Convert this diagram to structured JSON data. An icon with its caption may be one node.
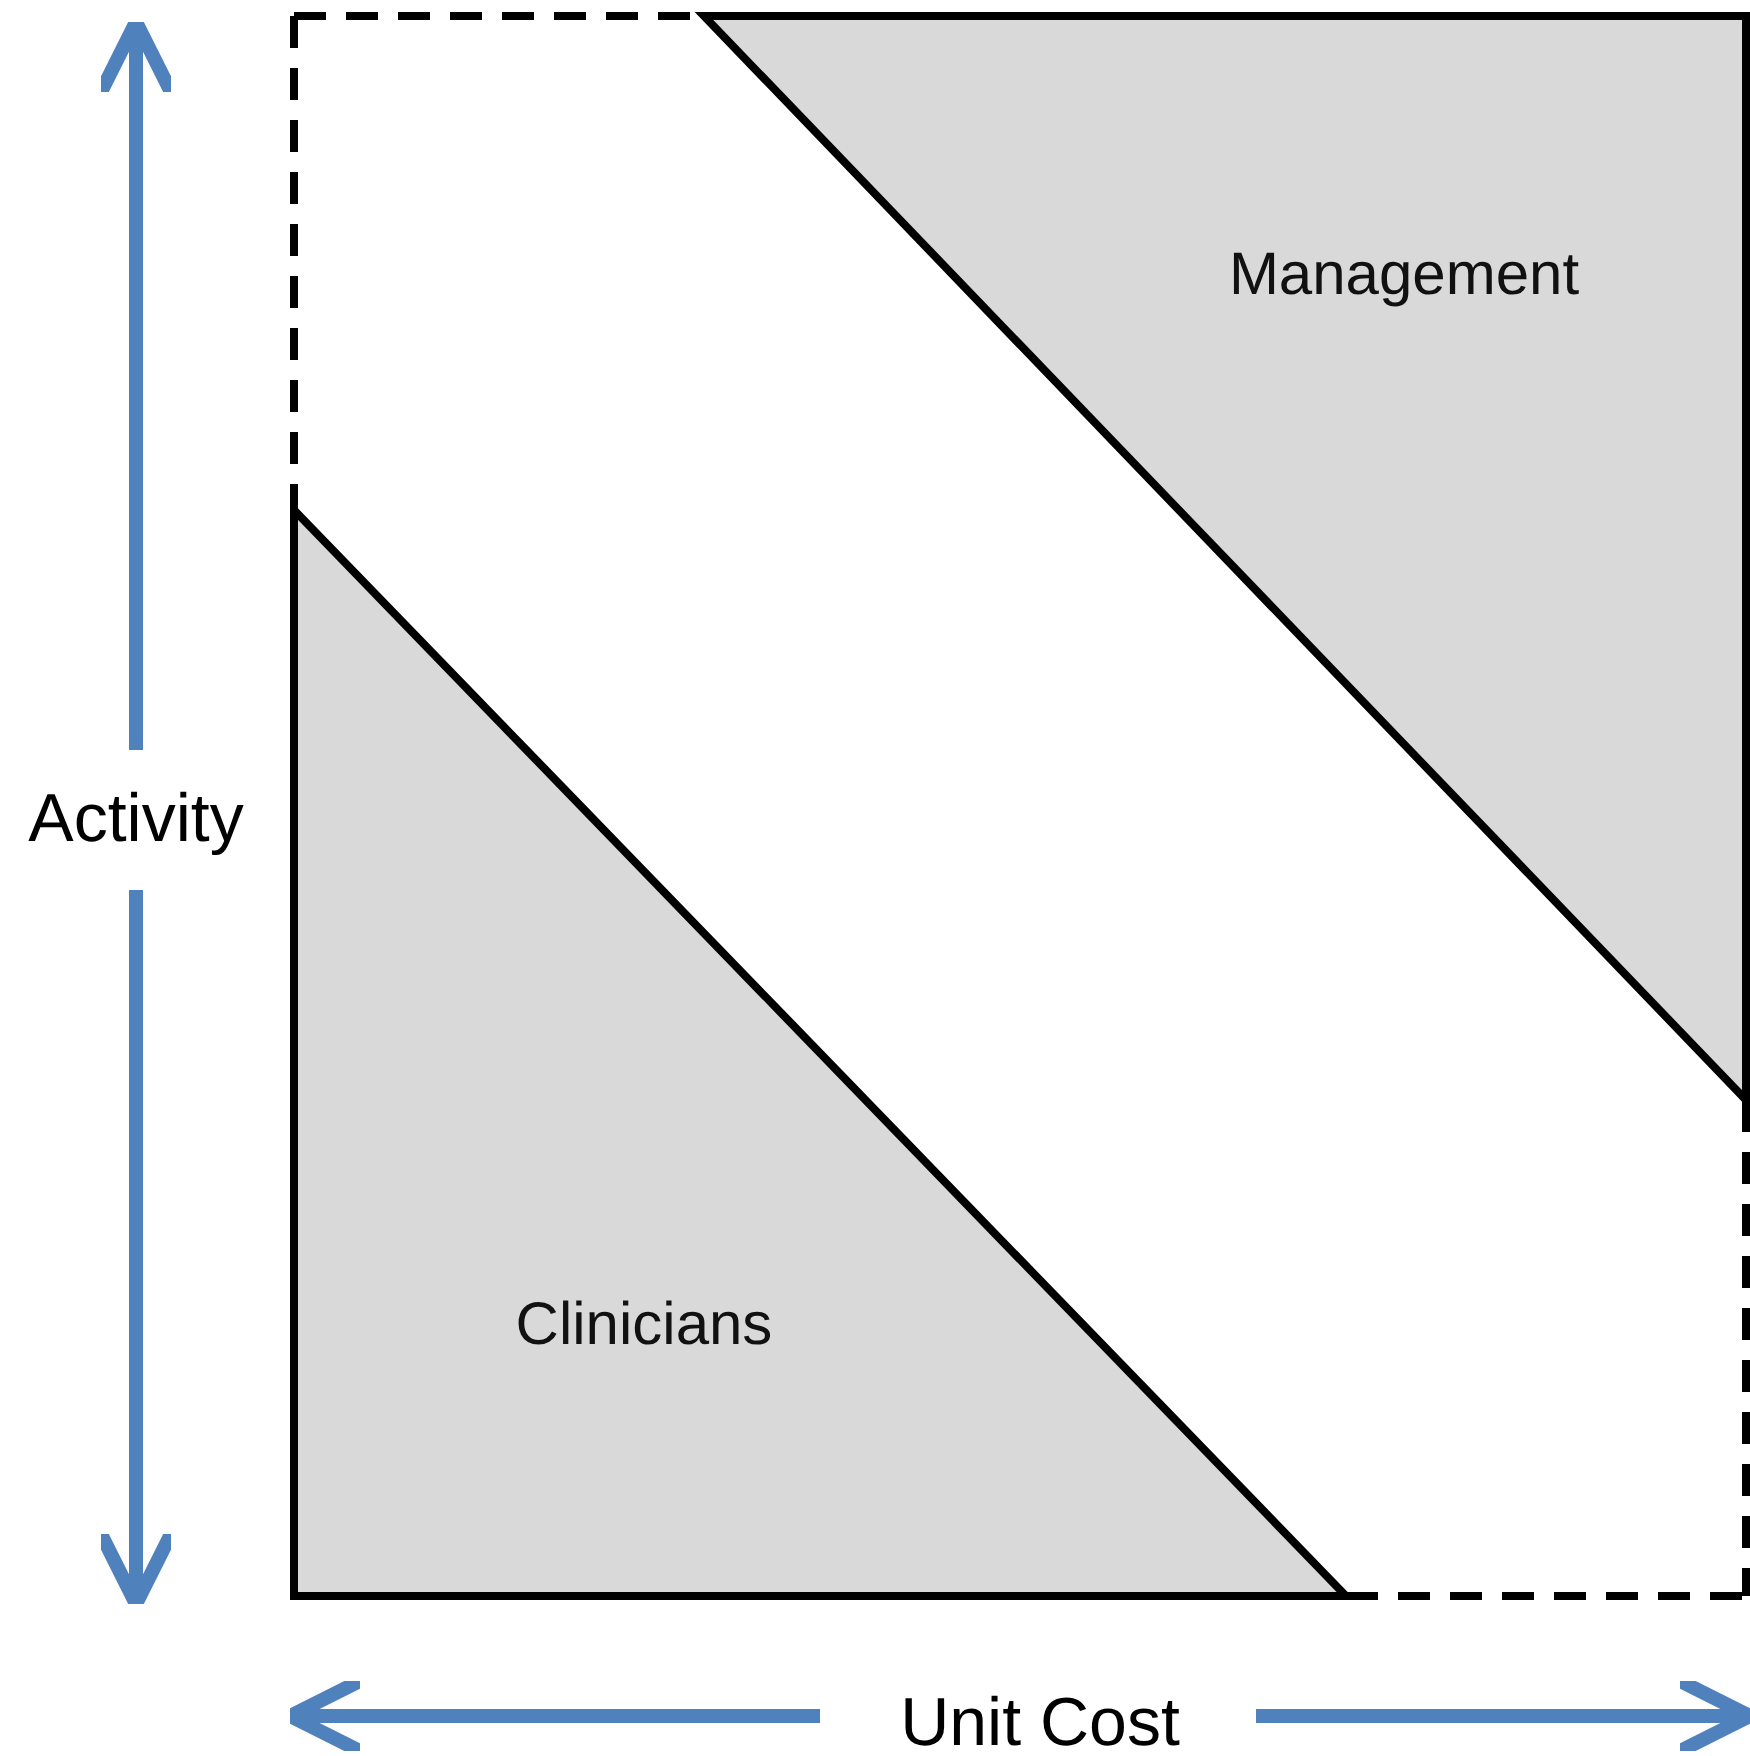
{
  "diagram": {
    "nodes": [
      {
        "text": [
          "Management"
        ]
      },
      {
        "text": [
          "Clinicians"
        ]
      }
    ],
    "labels": [
      "Activity",
      "Unit Cost"
    ]
  }
}
